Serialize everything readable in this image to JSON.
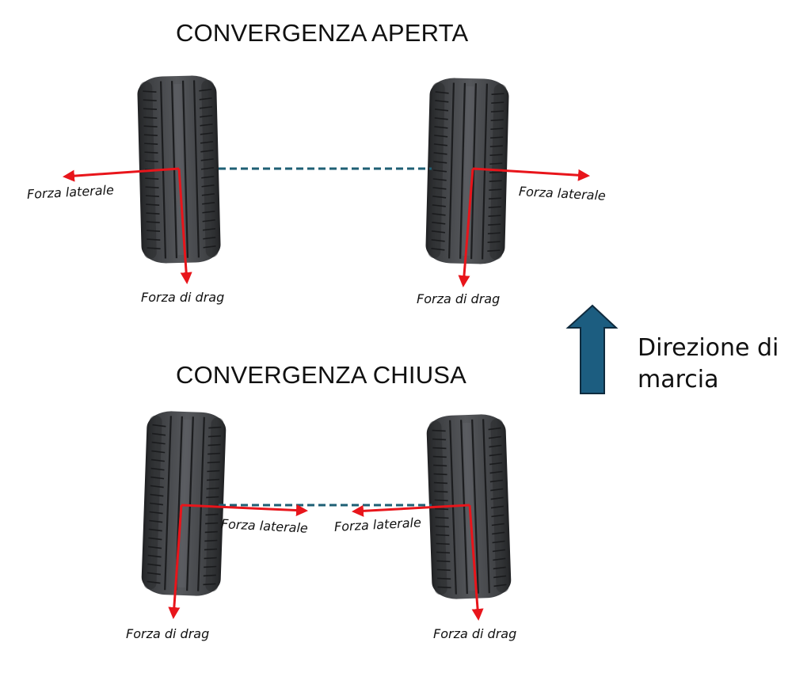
{
  "diagram": {
    "colors": {
      "force_arrow": "#e8151b",
      "axle_line": "#1e5f74",
      "direction_arrow_fill": "#1c5d80",
      "direction_arrow_stroke": "#0f2b3e",
      "tire_dark": "#2b2d2f",
      "tire_mid": "#4a4c4f",
      "tire_light": "#6a6c70"
    },
    "sections": [
      {
        "id": "open",
        "title": "CONVERGENZA APERTA",
        "left_wheel": {
          "lateral_force_label": "Forza laterale",
          "lateral_direction": "outward",
          "drag_force_label": "Forza di drag"
        },
        "right_wheel": {
          "lateral_force_label": "Forza laterale",
          "lateral_direction": "outward",
          "drag_force_label": "Forza di drag"
        }
      },
      {
        "id": "closed",
        "title": "CONVERGENZA CHIUSA",
        "left_wheel": {
          "lateral_force_label": "Forza laterale",
          "lateral_direction": "inward",
          "drag_force_label": "Forza di drag"
        },
        "right_wheel": {
          "lateral_force_label": "Forza laterale",
          "lateral_direction": "inward",
          "drag_force_label": "Forza di drag"
        }
      }
    ],
    "direction": {
      "icon": "up-arrow-icon",
      "label_line1": "Direzione di",
      "label_line2": "marcia"
    }
  }
}
